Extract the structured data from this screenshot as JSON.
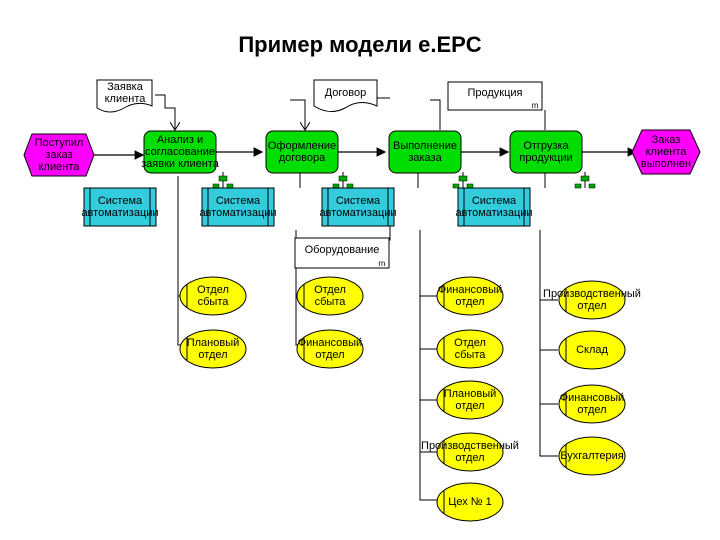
{
  "title": "Пример модели е.EPC",
  "documents": {
    "client_request": "Заявка\nклиента",
    "contract": "Договор",
    "product": "Продукция",
    "equipment": "Оборудование"
  },
  "events": {
    "request_received": "Поступил\nзаказ\nклиента",
    "order_completed": "Заказ\nклиента\nвыполнен"
  },
  "functions": {
    "analysis": "Анализ и\nсогласование\nзаявки клиента",
    "contract_processing": "Оформление\nдоговора",
    "order_execution": "Выполнение\nзаказа",
    "shipment": "Отгрузка\nпродукции"
  },
  "systems": {
    "system_label": "Система\nавтоматизации"
  },
  "departments": {
    "col1": [
      "Отдел\nсбыта",
      "Плановый\nотдел"
    ],
    "col2": [
      "Отдел\nсбыта",
      "Финансовый\nотдел"
    ],
    "col3": [
      "Финансовый\nотдел",
      "Отдел\nсбыта",
      "Плановый\nотдел",
      "Производственный\nотдел",
      "Цех № 1"
    ],
    "col4": [
      "Производственный\nотдел",
      "Склад",
      "Финансовый\nотдел",
      "Бухгалтерия"
    ]
  },
  "doc_marker": "m",
  "colors": {
    "event": "#ff00ff",
    "function": "#00dd00",
    "system": "#33ccdd",
    "department": "#ffff00",
    "document": "#ffffff",
    "line": "#000000"
  }
}
